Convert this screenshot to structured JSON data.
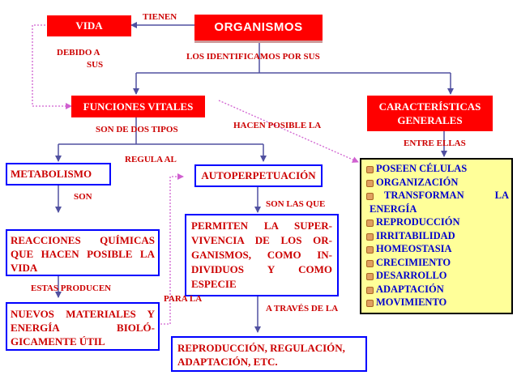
{
  "nodes": {
    "organismos": "ORGANISMOS",
    "vida": "VIDA",
    "funciones_vitales": "FUNCIONES VITALES",
    "caracteristicas_generales": "CARACTERÍSTICAS GENERALES",
    "metabolismo": "METABOLISMO",
    "autoperpetuacion": "AUTOPERPETUACIÓN",
    "reacciones_quimicas": "REACCIONES QUÍMICAS QUE HACEN POSIBLE LA VIDA",
    "permiten_supervivencia": "PERMITEN LA SUPER-VIVENCIA DE LOS OR-GANISMOS, COMO IN-DIVIDUOS Y COMO ESPECIE",
    "nuevos_materiales": "NUEVOS MATERIALES Y ENERGÍA BIOLÓ-GICAMENTE ÚTIL",
    "reproduccion_regulacion": "REPRODUCCIÓN, REGULACIÓN, ADAPTACIÓN, ETC."
  },
  "characteristics": [
    "POSEEN CÉLULAS",
    "ORGANIZACIÓN",
    "TRANSFORMAN LA",
    "ENERGÍA",
    "REPRODUCCIÓN",
    "IRRITABILIDAD",
    "HOMEOSTASIA",
    "CRECIMIENTO",
    "DESARROLLO",
    "ADAPTACIÓN",
    "MOVIMIENTO"
  ],
  "edge_labels": {
    "tienen": "TIENEN",
    "debido_a": "DEBIDO A",
    "sus": "SUS",
    "los_identificamos": "LOS IDENTIFICAMOS POR SUS",
    "son_de_dos_tipos": "SON DE DOS TIPOS",
    "hacen_posible_la": "HACEN POSIBLE LA",
    "entre_ellas": "ENTRE ELLAS",
    "regula_al": "REGULA AL",
    "son": "SON",
    "son_las_que": "SON LAS QUE",
    "estas_producen": "ESTAS PRODUCEN",
    "para_la": "PARA LA",
    "a_traves_de_la": "A TRAVÉS DE LA"
  },
  "colors": {
    "red_fill": "#ff0000",
    "blue_border": "#0000ff",
    "label_red": "#cc0000",
    "yellow_fill": "#ffff99",
    "list_text": "#0000cc",
    "connector": "#5050a0",
    "dotted_connector": "#d060d0"
  }
}
